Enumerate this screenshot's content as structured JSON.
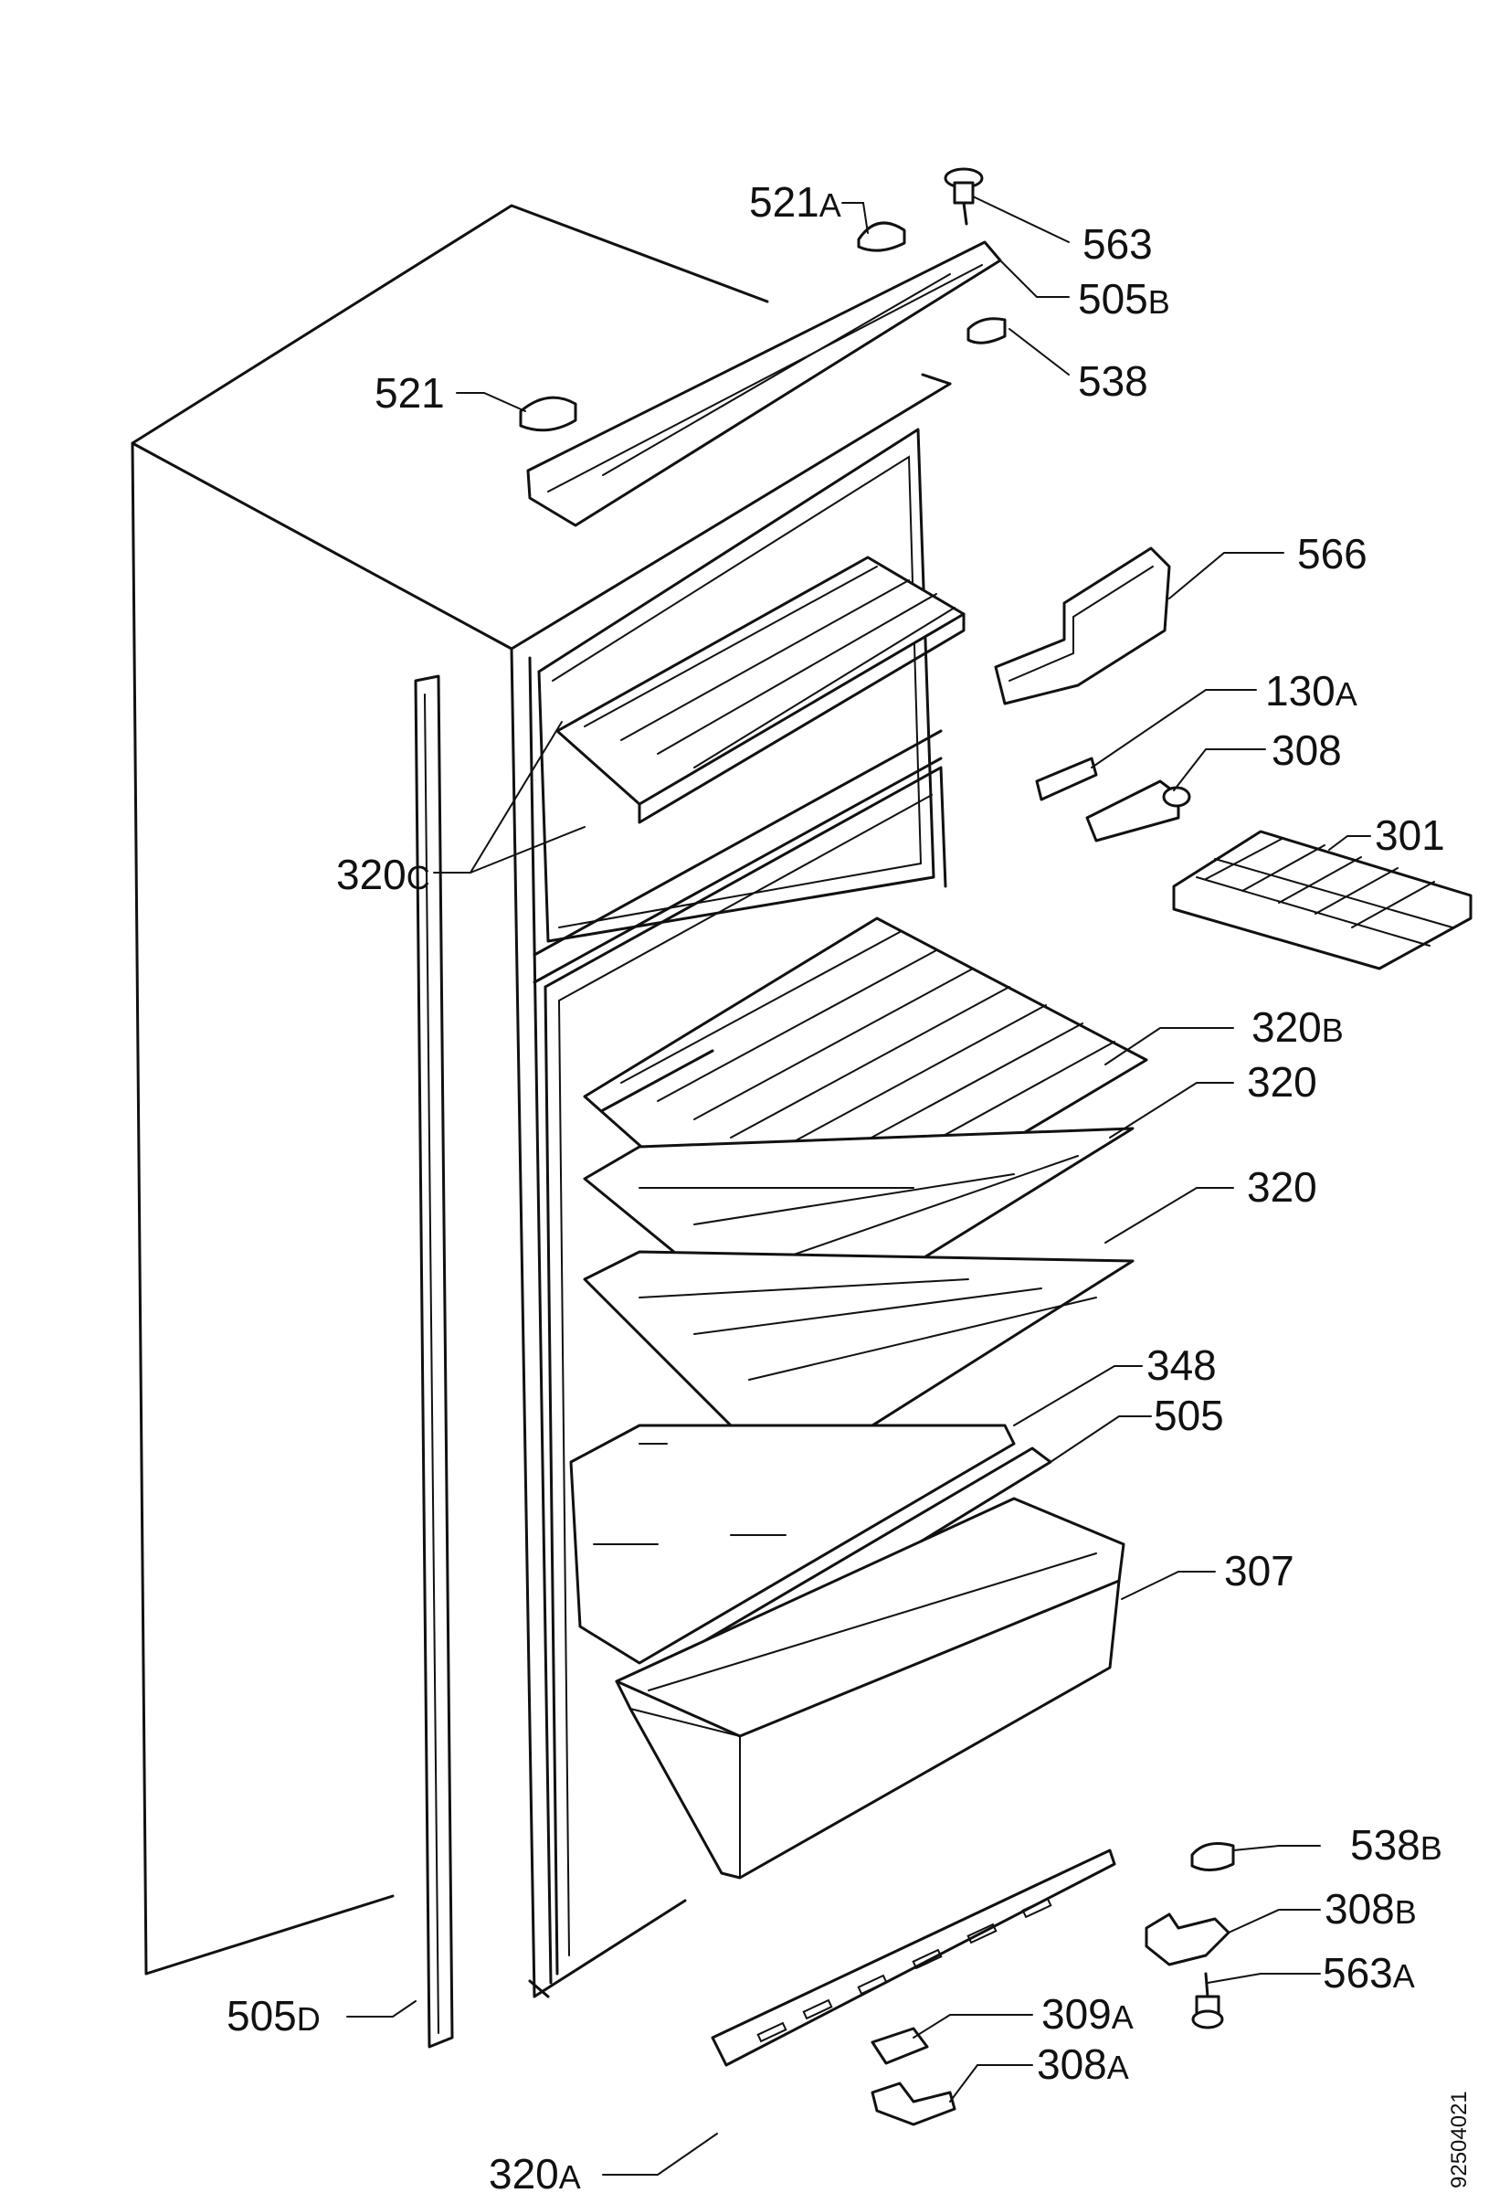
{
  "labels": {
    "l521a": {
      "num": "521",
      "suffix": "A"
    },
    "l563": {
      "num": "563",
      "suffix": ""
    },
    "l505b": {
      "num": "505",
      "suffix": "B"
    },
    "l538": {
      "num": "538",
      "suffix": ""
    },
    "l521": {
      "num": "521",
      "suffix": ""
    },
    "l566": {
      "num": "566",
      "suffix": ""
    },
    "l130a": {
      "num": "130",
      "suffix": "A"
    },
    "l308": {
      "num": "308",
      "suffix": ""
    },
    "l301": {
      "num": "301",
      "suffix": ""
    },
    "l320c": {
      "num": "320",
      "suffix": "C"
    },
    "l320b": {
      "num": "320",
      "suffix": "B"
    },
    "l320_1": {
      "num": "320",
      "suffix": ""
    },
    "l320_2": {
      "num": "320",
      "suffix": ""
    },
    "l348": {
      "num": "348",
      "suffix": ""
    },
    "l505": {
      "num": "505",
      "suffix": ""
    },
    "l307": {
      "num": "307",
      "suffix": ""
    },
    "l538b": {
      "num": "538",
      "suffix": "B"
    },
    "l308b": {
      "num": "308",
      "suffix": "B"
    },
    "l563a": {
      "num": "563",
      "suffix": "A"
    },
    "l505d": {
      "num": "505",
      "suffix": "D"
    },
    "l309a": {
      "num": "309",
      "suffix": "A"
    },
    "l308a": {
      "num": "308",
      "suffix": "A"
    },
    "l320a": {
      "num": "320",
      "suffix": "A"
    }
  },
  "drawing_code": "92504021"
}
